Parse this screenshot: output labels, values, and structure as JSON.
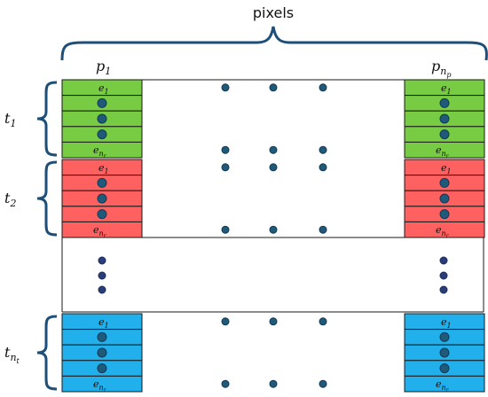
{
  "title": "pixels",
  "columns": {
    "first": {
      "label": "p",
      "sub": "1"
    },
    "last": {
      "label": "p",
      "sub": "n",
      "subsub": "p"
    }
  },
  "rows": [
    {
      "label": "t",
      "sub": "1",
      "color": "#77cc44",
      "first_cell": {
        "base": "e",
        "sub": "1"
      },
      "last_cell": {
        "base": "e",
        "sub": "n",
        "subsub": "r"
      }
    },
    {
      "label": "t",
      "sub": "2",
      "color": "#ff6060",
      "first_cell": {
        "base": "e",
        "sub": "1"
      },
      "last_cell": {
        "base": "e",
        "sub": "n",
        "subsub": "r"
      }
    },
    {
      "label": "t",
      "sub": "n",
      "subsub": "t",
      "color": "#22b0ec",
      "first_cell": {
        "base": "e",
        "sub": "1"
      },
      "last_cell": {
        "base": "e",
        "sub": "n",
        "subsub": "r"
      }
    }
  ],
  "colors": {
    "grid_line": "#1a1a1a",
    "brace": "#1e4f78",
    "dot": "#1f5a7a",
    "dot_outline": "#123a55"
  }
}
